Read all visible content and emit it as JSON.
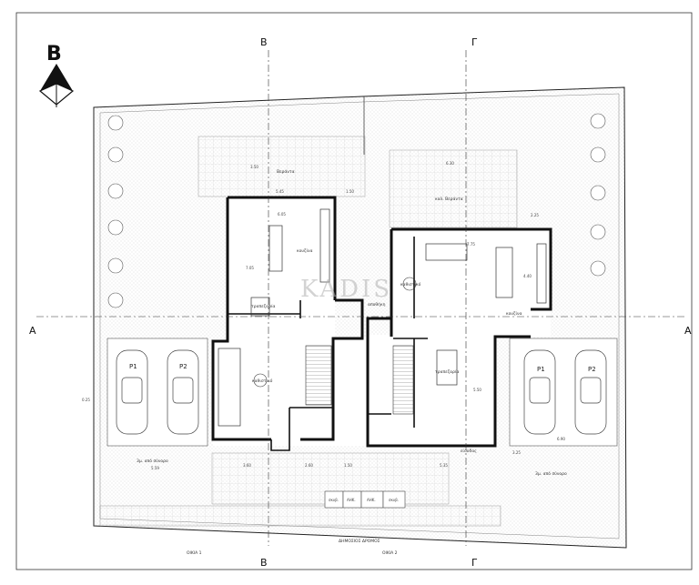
{
  "north_label": "B",
  "section_labels": {
    "b": "Β",
    "g": "Γ",
    "a": "Α"
  },
  "watermark": "KADIS",
  "rooms": {
    "left_verandah": "Βεράντα",
    "right_verandah": "καλ. Βεράντα",
    "left_kitchen": "κουζίνα",
    "left_dining": "τραπεζαρία",
    "left_living": "καθιστικό",
    "right_living": "καθιστικό",
    "right_kitchen": "κουζίνα",
    "right_dining": "τραπεζαρία",
    "right_entrance": "είσοδος",
    "left_wc": "αποθήκη"
  },
  "parking": {
    "p1": "P1",
    "p2": "P2"
  },
  "setback_left": "3μ. από σύνορο",
  "setback_right": "3μ. από σύνορο",
  "strip_cells": [
    "σκυβ.",
    "ΑΗΚ.",
    "ΑΗΚ.",
    "σκυβ."
  ],
  "road_label": "ΔΗΜΟΣΙΟΣ ΔΡΟΜΟΣ",
  "house1_label": "ΟΙΚΙΑ 1",
  "house2_label": "ΟΙΚΙΑ 2",
  "dims": {
    "d1": "3.50",
    "d2": "5.45",
    "d3": "1.50",
    "d4": "6.05",
    "d5": "7.05",
    "d6": "6.30",
    "d7": "2.25",
    "d8": "7.75",
    "d9": "4.40",
    "d10": "5.50",
    "d11": "3.60",
    "d12": "2.60",
    "d13": "1.50",
    "d14": "5.59",
    "d15": "6.90",
    "d16": "3.25",
    "d17": "0.25",
    "d18": "5.35"
  }
}
